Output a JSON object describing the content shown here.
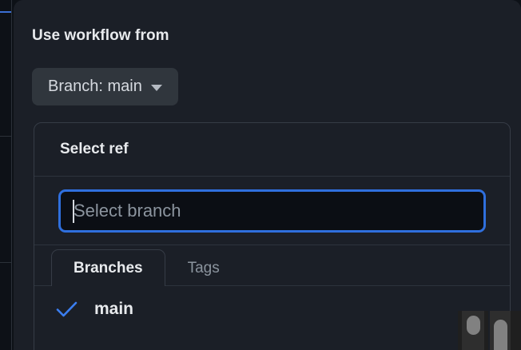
{
  "dialog": {
    "title": "Use workflow from",
    "branch_button": {
      "label": "Branch: main",
      "caret_icon": "chevron-down-icon"
    }
  },
  "ref_panel": {
    "title": "Select ref",
    "search": {
      "value": "",
      "placeholder": "Select branch",
      "focused": true
    },
    "tabs": [
      {
        "label": "Branches",
        "active": true
      },
      {
        "label": "Tags",
        "active": false
      }
    ],
    "items": [
      {
        "label": "main",
        "selected": true,
        "check_icon": "check-icon"
      }
    ]
  },
  "colors": {
    "accent_blue": "#2f6fdd",
    "check_blue": "#3b7ef0",
    "modal_bg": "#1b1f27",
    "page_bg": "#0d1117",
    "input_bg": "#0b0e14",
    "button_bg": "#30363d",
    "border": "#363c46",
    "text_primary": "#e8eaed",
    "text_muted": "#8b949e"
  }
}
